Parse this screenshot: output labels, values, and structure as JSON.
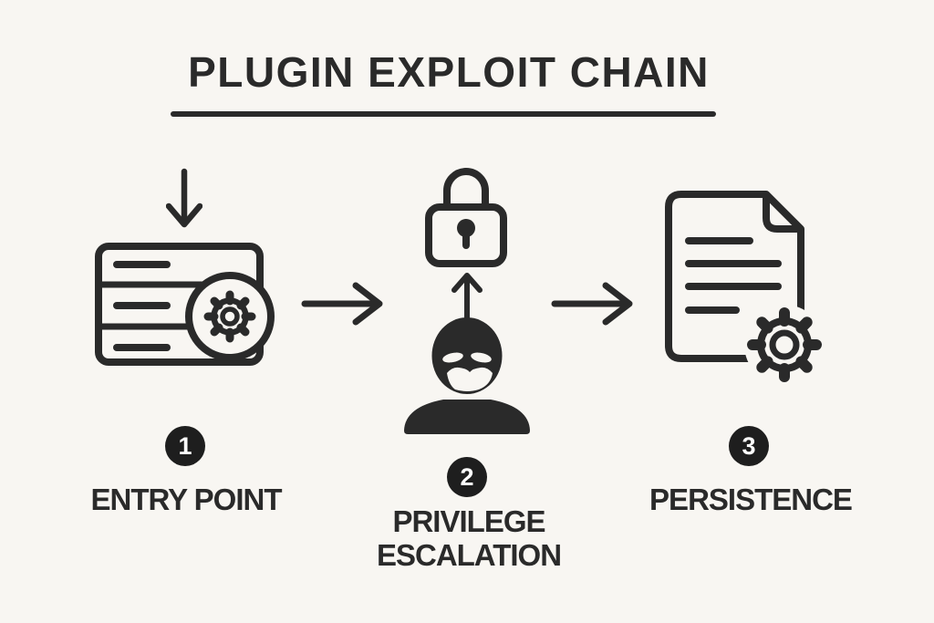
{
  "title": "PLUGIN EXPLOIT CHAIN",
  "steps": [
    {
      "number": "1",
      "label": "ENTRY POINT",
      "icon": "server-gear-icon"
    },
    {
      "number": "2",
      "label": "PRIVILEGE ESCALATION",
      "icon": "lock-hacker-icon"
    },
    {
      "number": "3",
      "label": "PERSISTENCE",
      "icon": "document-gear-icon"
    }
  ],
  "flow": {
    "arrow_in_label": "down-arrow",
    "arrow_step1_to_step2": "right-arrow",
    "arrow_hacker_to_lock": "up-arrow",
    "arrow_step2_to_step3": "right-arrow"
  },
  "colors": {
    "background": "#f8f6f2",
    "ink": "#2a2a2a",
    "badge_fill": "#1e1e1e",
    "badge_text": "#ffffff"
  }
}
